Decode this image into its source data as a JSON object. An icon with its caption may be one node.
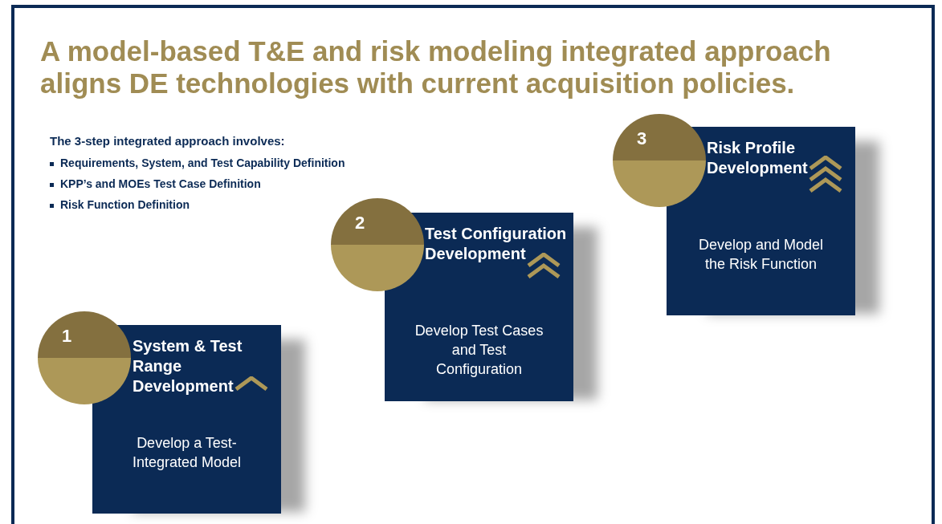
{
  "diagram": {
    "title": "A model-based T&E and risk modeling integrated approach aligns DE technologies with current acquisition policies.",
    "nodes": [
      {
        "text": [
          "1"
        ]
      },
      {
        "text": [
          "System & Test Range Development",
          "Develop a Test-Integrated Model"
        ]
      },
      {
        "text": [
          "2"
        ]
      },
      {
        "text": [
          "Test Configuration Development",
          "Develop Test Cases and Test Configuration"
        ]
      },
      {
        "text": [
          "3"
        ]
      },
      {
        "text": [
          "Risk Profile Development",
          "Develop and Model the Risk Function"
        ]
      }
    ],
    "labels": [
      "The 3-step integrated approach involves:",
      "Requirements, System, and Test Capability Definition",
      "KPP’s and MOEs Test Case Definition",
      "Risk Function Definition"
    ]
  }
}
